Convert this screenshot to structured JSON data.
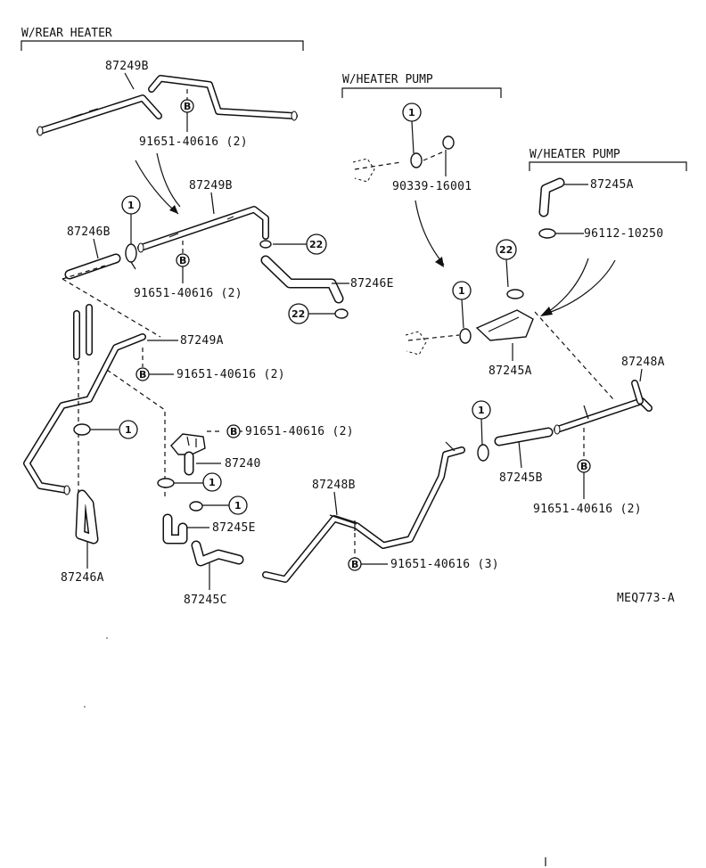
{
  "headers": {
    "rear_heater": "W/REAR HEATER",
    "heater_pump_1": "W/HEATER PUMP",
    "heater_pump_2": "W/HEATER PUMP"
  },
  "labels": {
    "p87249B_top": "87249B",
    "p91651_a": "91651-40616 (2)",
    "p87249B_mid": "87249B",
    "p87246B": "87246B",
    "p91651_b": "91651-40616 (2)",
    "p87246E": "87246E",
    "p87249A": "87249A",
    "p91651_c": "91651-40616 (2)",
    "p91651_d": "91651-40616 (2)",
    "p87240": "87240",
    "p87245E": "87245E",
    "p87246A": "87246A",
    "p87245C": "87245C",
    "p90339": "90339-16001",
    "p87245A_top": "87245A",
    "p96112": "96112-10250",
    "p87245A_mid": "87245A",
    "p87248A": "87248A",
    "p87245B": "87245B",
    "p91651_e": "91651-40616 (2)",
    "p87248B": "87248B",
    "p91651_f": "91651-40616 (3)",
    "diagram_code": "MEQ773-A"
  },
  "callouts": {
    "one": "1",
    "twentytwo": "22",
    "b": "B"
  }
}
